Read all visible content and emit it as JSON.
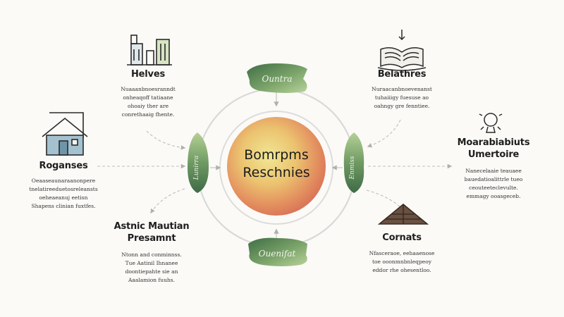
{
  "center": {
    "title_lines": [
      "Bomrpms",
      "Reschnies"
    ],
    "colors": {
      "inner": "#ede38a",
      "mid": "#e9b15e",
      "outer": "#de7a55"
    }
  },
  "connectors": {
    "top": "Ountra",
    "bottom": "Ouenifat",
    "left": "Lunirra",
    "right": "Enmiss"
  },
  "nodes": {
    "hives": {
      "icon": "building-icon",
      "heading": "Helves",
      "desc": [
        "Nuaaanbnoesranndt",
        "onheaqoff tatiaane",
        "ohoaiy ther are",
        "conrethaaig fhente."
      ]
    },
    "batheries": {
      "icon": "open-book-icon",
      "heading": "Belathres",
      "desc": [
        "Nuraacanbnoevenanst",
        "tuhaiiigy fuesuse ao",
        "oahngy gre fenntiee."
      ]
    },
    "programs": {
      "icon": "house-icon",
      "heading": "Roganses",
      "desc": [
        "Oeaaseaunaraanonpere",
        "tnelatireeduetosreleansts",
        "oeheaeanuj eetisn",
        "Shapens clinian fuxtfes."
      ]
    },
    "monitoring": {
      "icon": "lightbulb-icon",
      "heading_lines": [
        "Moarabiabiuts",
        "Umertoire"
      ],
      "desc": [
        "Nanecelaaie teauaee",
        "bauedatioalittrle tueo",
        "ceouteeteclevulte.",
        "emmagy ooasgeceb."
      ]
    },
    "activity": {
      "heading_lines": [
        "Astnic Mautian",
        "Presamnt"
      ],
      "desc": [
        "Ntonn and conminnss.",
        "Tue Aatinil Ihnanee",
        "doontiepahte sie an",
        "Aaalamion fuuhs."
      ]
    },
    "contacts": {
      "icon": "roof-icon",
      "heading": "Cornats",
      "desc": [
        "Nfasceraoe, eehaaenose",
        "toe ooonmnbnleqpeoy",
        "eddor rhe ohesentloo."
      ]
    }
  },
  "palette": {
    "leaf_dark": "#4e7a4e",
    "leaf_light": "#a9c98f",
    "sky": "#8fb3c4",
    "brown": "#6a5040",
    "ink": "#2a2a2a",
    "ring": "#d6d6d6",
    "arrow": "#b8b8b8"
  }
}
